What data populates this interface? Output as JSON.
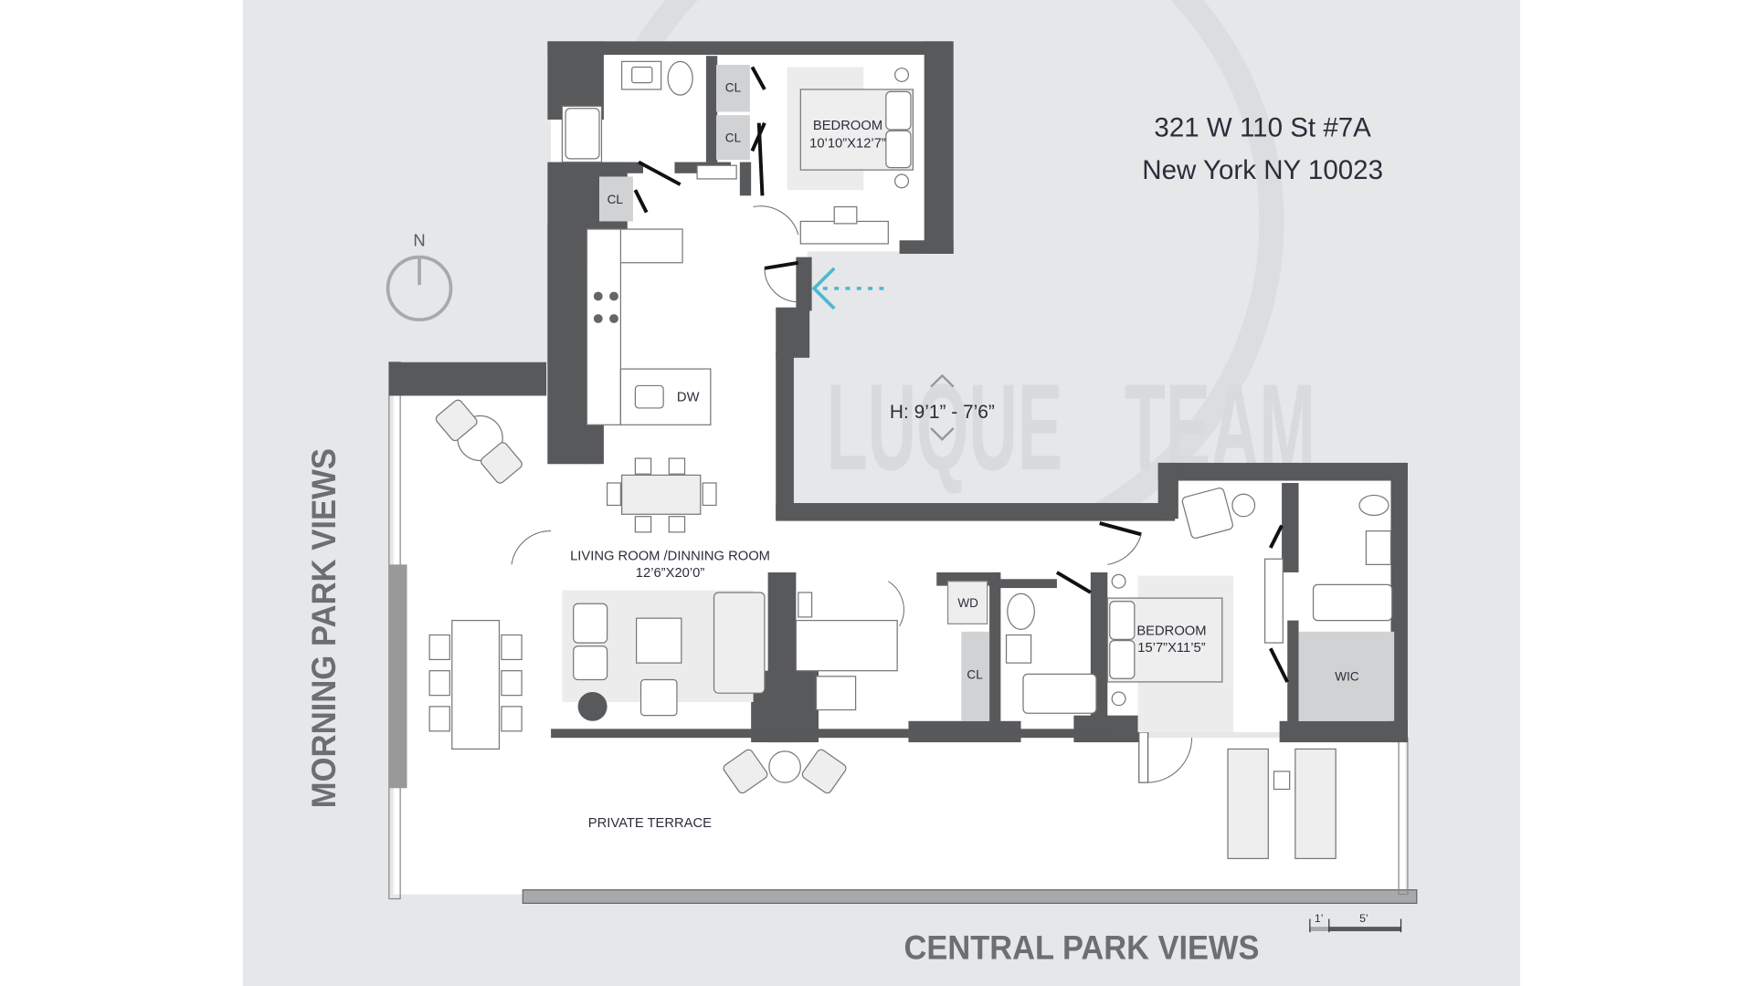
{
  "address": {
    "line1": "321 W 110 St #7A",
    "line2": "New York NY 10023"
  },
  "compass": {
    "label": "N",
    "icon": "north-compass-icon"
  },
  "views": {
    "west": "MORNING PARK VIEWS",
    "south": "CENTRAL PARK VIEWS"
  },
  "watermark": {
    "left": "LUQUE",
    "right": "TEAM"
  },
  "ceiling_height": "H: 9’1” - 7’6”",
  "entry_arrow": {
    "icon": "entry-arrow-icon",
    "color": "#4bb8d3"
  },
  "rooms": {
    "bedroom_north": {
      "name": "BEDROOM",
      "dims": "10’10”X12’7”"
    },
    "living": {
      "name": "LIVING ROOM /DINNING ROOM",
      "dims": "12’6”X20’0”"
    },
    "bedroom_east": {
      "name": "BEDROOM",
      "dims": "15’7”X11’5”"
    },
    "terrace": {
      "name": "PRIVATE TERRACE"
    },
    "closets": [
      "CL",
      "CL",
      "CL",
      "CL"
    ],
    "laundry": "WD",
    "walk_in_closet": "WIC",
    "dishwasher": "DW"
  },
  "scale_bar": {
    "small": "1’",
    "large": "5’"
  },
  "colors": {
    "background": "#e6e7e8",
    "wall": "#58595b",
    "floor": "#ffffff",
    "closet": "#d1d2d4",
    "text": "#2b2d3a",
    "view_text": "#6d6e71",
    "accent": "#4bb8d3"
  }
}
